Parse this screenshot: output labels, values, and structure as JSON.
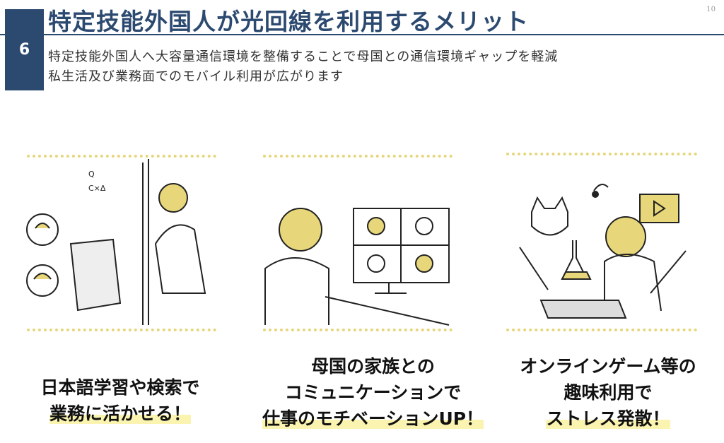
{
  "slide": {
    "number": "6",
    "page": "10",
    "title": "特定技能外国人が光回線を利用するメリット",
    "subtitle_lines": [
      "特定技能外国人へ大容量通信環境を整備することで母国との通信環境ギャップを軽減",
      "私生活及び業務面でのモバイル利用が広がります"
    ]
  },
  "panels": [
    {
      "lines": [
        "日本語学習や検索で",
        "業務に活かせる！"
      ]
    },
    {
      "lines": [
        "母国の家族との",
        "コミュニケーションで",
        "仕事のモチベーションUP！"
      ]
    },
    {
      "lines": [
        "オンラインゲーム等の",
        "趣味利用で",
        "ストレス発散！"
      ]
    }
  ],
  "colors": {
    "navy": "#2c4a70",
    "accent_yellow": "#e6d67a",
    "highlight": "#fbf4b0"
  }
}
